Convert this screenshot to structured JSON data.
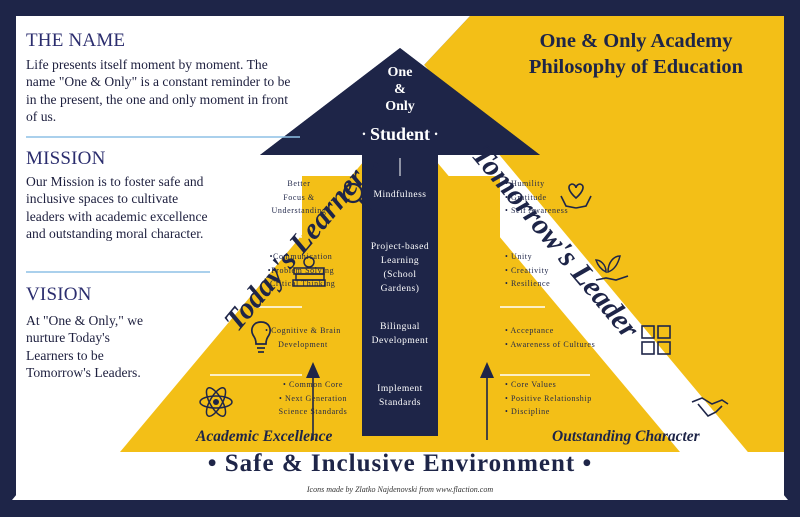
{
  "colors": {
    "navy": "#1e2548",
    "gold": "#f3bf17",
    "white": "#ffffff",
    "divider": "#8ec1e6"
  },
  "panel": {
    "name": {
      "heading": "THE NAME",
      "text": "Life presents itself moment by moment. The name \"One & Only\" is a constant reminder to be in the present, the one and only moment in front of us."
    },
    "mission": {
      "heading": "MISSION",
      "text": "Our Mission is to foster safe and inclusive spaces to cultivate leaders with academic excellence and outstanding moral character."
    },
    "vision": {
      "heading": "VISION",
      "text": "At \"One & Only,\" we nurture Today's Learners to be Tomorrow's Leaders."
    }
  },
  "title": {
    "line1": "One & Only Academy",
    "line2": "Philosophy of Education"
  },
  "pyramid": {
    "apex_line1": "One",
    "apex_line2": "&",
    "apex_line3": "Only",
    "student": "Student",
    "left_side": "Today's Learner...",
    "right_side": "Tomorrow's Leader",
    "levels": [
      {
        "center": [
          "Mindfulness"
        ],
        "left": [
          "Better",
          "Focus &",
          "Understanding"
        ],
        "right": [
          "• Humility",
          "• Gratitude",
          "• Self Awareness"
        ]
      },
      {
        "center": [
          "Project-based",
          "Learning",
          "(School",
          "Gardens)"
        ],
        "left": [
          "•Communication",
          "•Problem Solving",
          "•Critical Thinking"
        ],
        "right": [
          "• Unity",
          "• Creativity",
          "• Resilience"
        ]
      },
      {
        "center": [
          "Bilingual",
          "Development"
        ],
        "left": [
          "• Cognitive & Brain",
          "Development"
        ],
        "right": [
          "• Acceptance",
          "• Awareness of Cultures"
        ]
      },
      {
        "center": [
          "Implement",
          "Standards"
        ],
        "left": [
          "• Common Core",
          "• Next Generation",
          "Science Standards"
        ],
        "right": [
          "• Core Values",
          "• Positive Relationship",
          "• Discipline"
        ]
      }
    ],
    "academic": "Academic Excellence",
    "outstanding": "Outstanding Character",
    "base": "• Safe & Inclusive Environment •",
    "credit": "Icons made by Zlatko Najdenovski from www.flaction.com"
  },
  "icons": [
    "magnifier-icon",
    "heart-hands-icon",
    "books-apple-icon",
    "plant-hand-icon",
    "lightbulb-icon",
    "linked-hands-icon",
    "atom-icon",
    "handshake-icon"
  ]
}
